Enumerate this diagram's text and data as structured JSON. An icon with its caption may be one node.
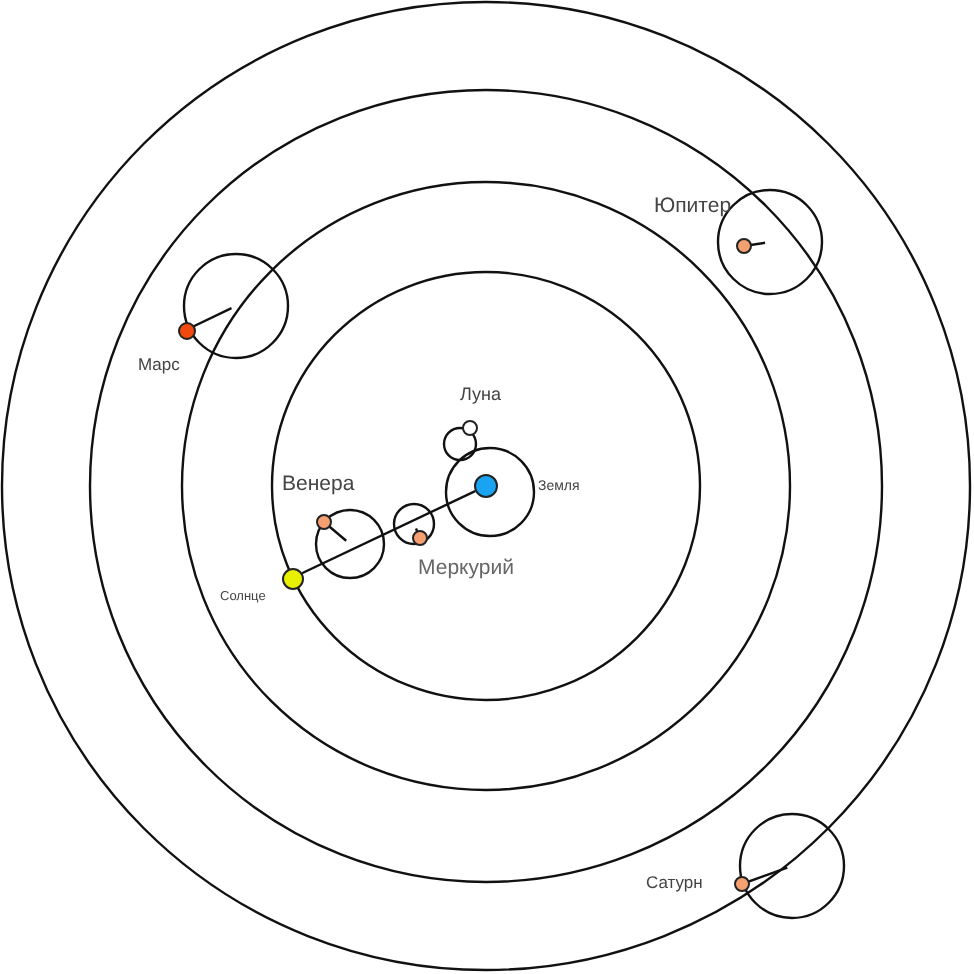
{
  "diagram": {
    "nodes": [
      {
        "text": [],
        "shape": "circle",
        "beside": [
          "Юпитер"
        ]
      },
      {
        "text": [],
        "shape": "circle",
        "beside": [
          "Марс"
        ]
      },
      {
        "text": [],
        "shape": "circle",
        "beside": [
          "Луна"
        ]
      },
      {
        "text": [],
        "shape": "circle",
        "beside": [
          "Земля"
        ]
      },
      {
        "text": [],
        "shape": "circle",
        "beside": [
          "Венера"
        ]
      },
      {
        "text": [],
        "shape": "circle",
        "beside": [
          "Меркурий"
        ]
      },
      {
        "text": [],
        "shape": "circle",
        "beside": [
          "Солнце"
        ]
      },
      {
        "text": [],
        "shape": "circle",
        "beside": [
          "Сатурн"
        ]
      }
    ],
    "edges": [
      {
        "from": 6,
        "to": 3,
        "arrow": "none"
      }
    ]
  }
}
